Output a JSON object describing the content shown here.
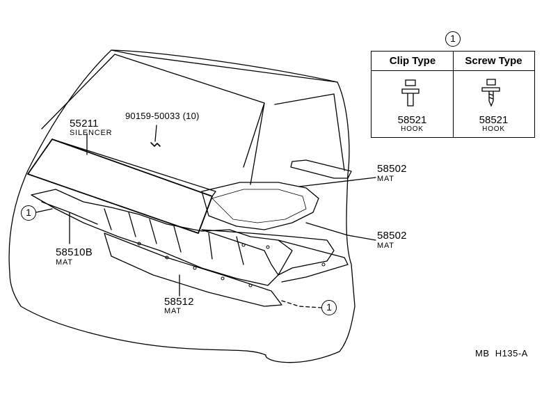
{
  "callouts": {
    "p55211": {
      "number": "55211",
      "name": "SILENCER"
    },
    "p90159": {
      "number": "90159-50033 (10)"
    },
    "p58502_upper": {
      "number": "58502",
      "name": "MAT"
    },
    "p58502_lower": {
      "number": "58502",
      "name": "MAT"
    },
    "p58510b": {
      "number": "58510B",
      "name": "MAT"
    },
    "p58512": {
      "number": "58512",
      "name": "MAT"
    }
  },
  "markers": {
    "circle_1": "1"
  },
  "legend": {
    "marker": "1",
    "columns": [
      {
        "header": "Clip Type",
        "part_number": "58521",
        "part_name": "HOOK"
      },
      {
        "header": "Screw Type",
        "part_number": "58521",
        "part_name": "HOOK"
      }
    ]
  },
  "footer": {
    "code_prefix": "MB",
    "code": "H135-A"
  }
}
